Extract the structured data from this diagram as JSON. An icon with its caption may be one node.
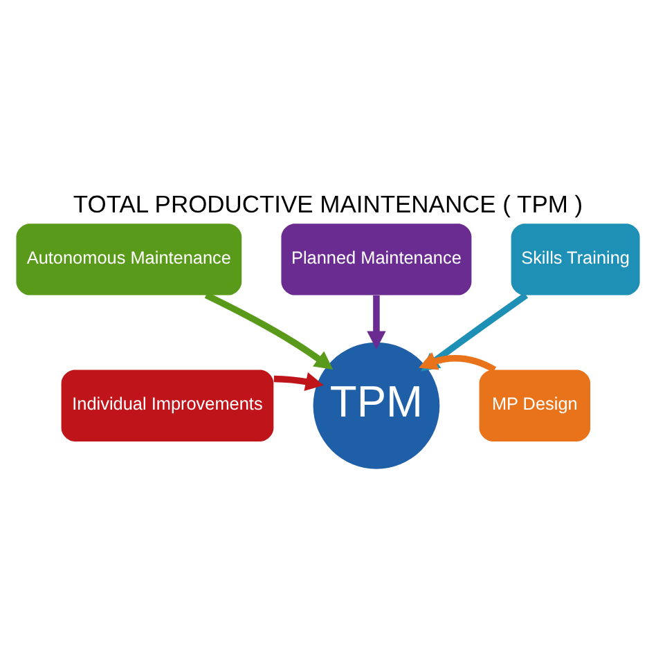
{
  "diagram": {
    "title": "TOTAL PRODUCTIVE MAINTENANCE ( TPM )",
    "nodes": [
      {
        "text": [
          "TPM"
        ]
      },
      {
        "text": [
          "Individual Improvements"
        ]
      },
      {
        "text": [
          "Autonomous Maintenance"
        ]
      },
      {
        "text": [
          "Planned Maintenance"
        ]
      },
      {
        "text": [
          "Skills Training"
        ]
      },
      {
        "text": [
          "MP Design"
        ]
      }
    ],
    "edges": [
      {
        "from": 1,
        "to": 0,
        "arrow": "to",
        "color": "#c0141b"
      },
      {
        "from": 2,
        "to": 0,
        "arrow": "to",
        "color": "#5a9a1a"
      },
      {
        "from": 3,
        "to": 0,
        "arrow": "to",
        "color": "#6a2c91"
      },
      {
        "from": 4,
        "to": 0,
        "arrow": "to",
        "color": "#1e8fb5"
      },
      {
        "from": 5,
        "to": 0,
        "arrow": "to",
        "color": "#e8731a"
      }
    ]
  }
}
